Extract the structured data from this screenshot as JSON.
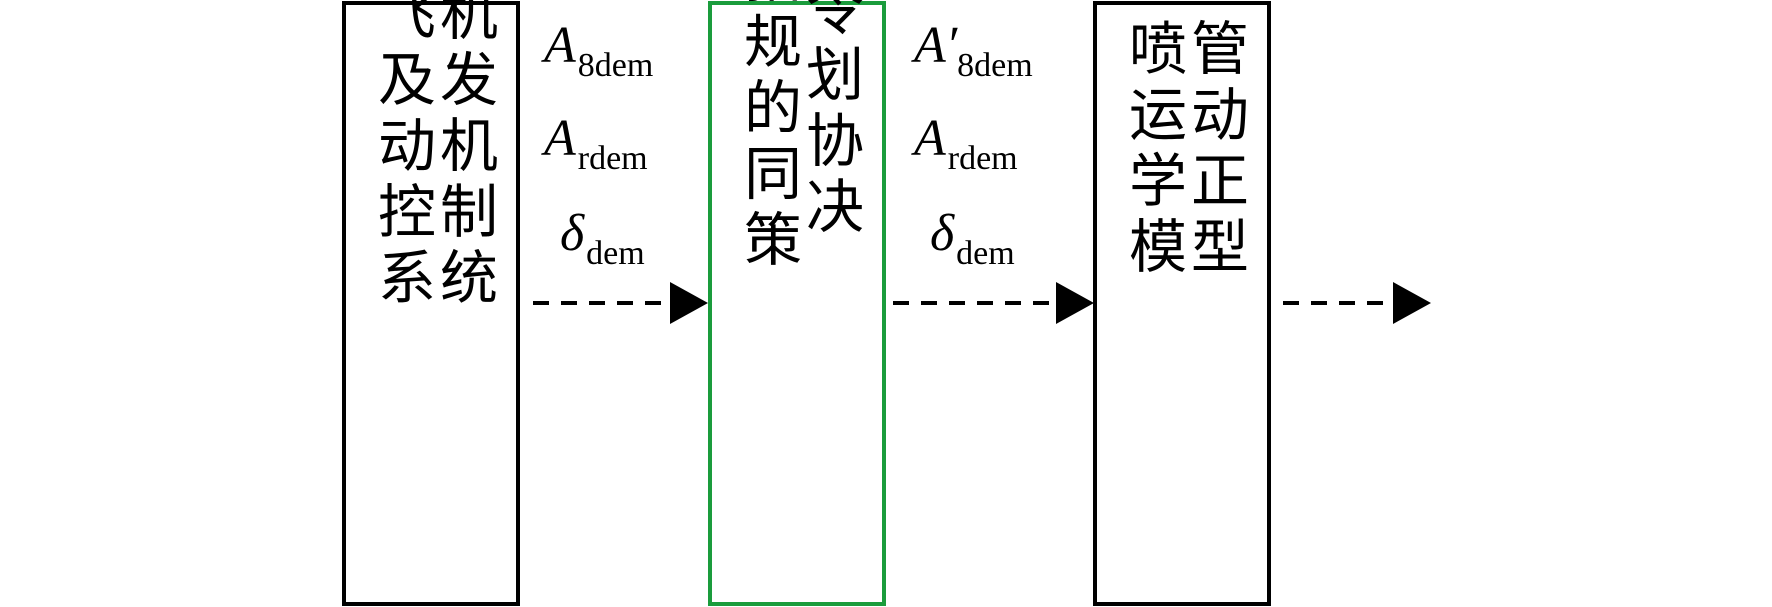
{
  "blocks": [
    {
      "id": "aircraft-engine-control-system",
      "columns": [
        "飞及动控系",
        "机发机制统"
      ],
      "border_color": "#000000"
    },
    {
      "id": "command-planning-decision",
      "columns": [
        "基指规的同策",
        "于令划协决"
      ],
      "border_color": "#1a9c3c"
    },
    {
      "id": "nozzle-kinematics-model",
      "columns": [
        "喷运学模",
        "管动正型"
      ],
      "border_color": "#000000"
    }
  ],
  "signals_left": [
    {
      "symbol": "A",
      "prime": "",
      "subscript": "8dem"
    },
    {
      "symbol": "A",
      "prime": "",
      "subscript": "rdem"
    },
    {
      "symbol": "δ",
      "prime": "",
      "subscript": "dem"
    }
  ],
  "signals_right": [
    {
      "symbol": "A",
      "prime": "′",
      "subscript": "8dem"
    },
    {
      "symbol": "A",
      "prime": "",
      "subscript": "rdem"
    },
    {
      "symbol": "δ",
      "prime": "",
      "subscript": "dem"
    }
  ],
  "arrows": [
    {
      "from": "aircraft-engine-control-system",
      "to": "command-planning-decision",
      "style": "dashed"
    },
    {
      "from": "command-planning-decision",
      "to": "nozzle-kinematics-model",
      "style": "dashed"
    },
    {
      "from": "nozzle-kinematics-model",
      "to": "output",
      "style": "dashed"
    }
  ]
}
